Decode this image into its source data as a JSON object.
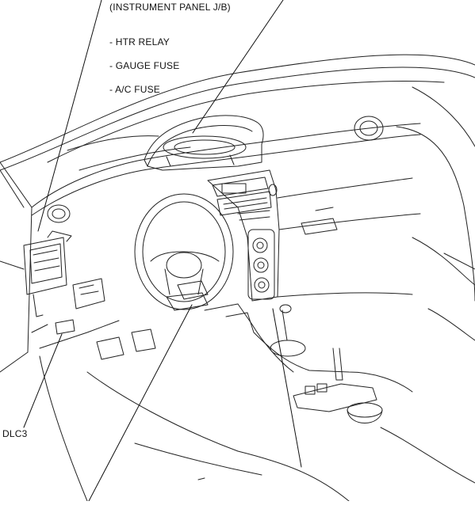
{
  "callouts": {
    "junction_block": "(INSTRUMENT PANEL J/B)",
    "items": [
      "- HTR RELAY",
      "- GAUGE FUSE",
      "- A/C FUSE"
    ],
    "dlc": "DLC3"
  }
}
